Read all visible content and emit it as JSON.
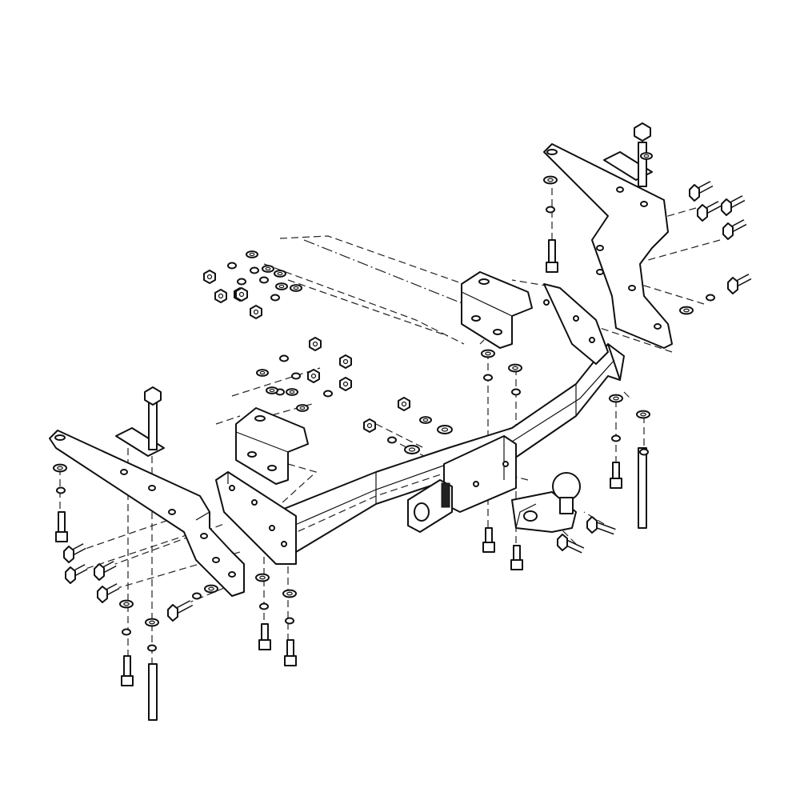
{
  "diagram": {
    "description_shown": "",
    "colors": {
      "line": "#111111",
      "background": "#ffffff"
    },
    "components": [
      {
        "id": "crossbar",
        "icon": "tow-bar-crossbeam"
      },
      {
        "id": "left-side-bracket",
        "icon": "mounting-plate"
      },
      {
        "id": "right-side-bracket",
        "icon": "mounting-plate"
      },
      {
        "id": "left-angle-bracket",
        "icon": "angle-bracket"
      },
      {
        "id": "right-angle-bracket",
        "icon": "angle-bracket"
      },
      {
        "id": "tow-ball",
        "icon": "tow-ball-coupling"
      },
      {
        "id": "socket-plate",
        "icon": "electrical-socket-plate"
      },
      {
        "id": "bolts",
        "icon": "hex-bolt"
      },
      {
        "id": "nuts",
        "icon": "hex-nut"
      },
      {
        "id": "washers",
        "icon": "washer"
      },
      {
        "id": "spacer-tubes",
        "icon": "spacer-tube"
      }
    ]
  }
}
